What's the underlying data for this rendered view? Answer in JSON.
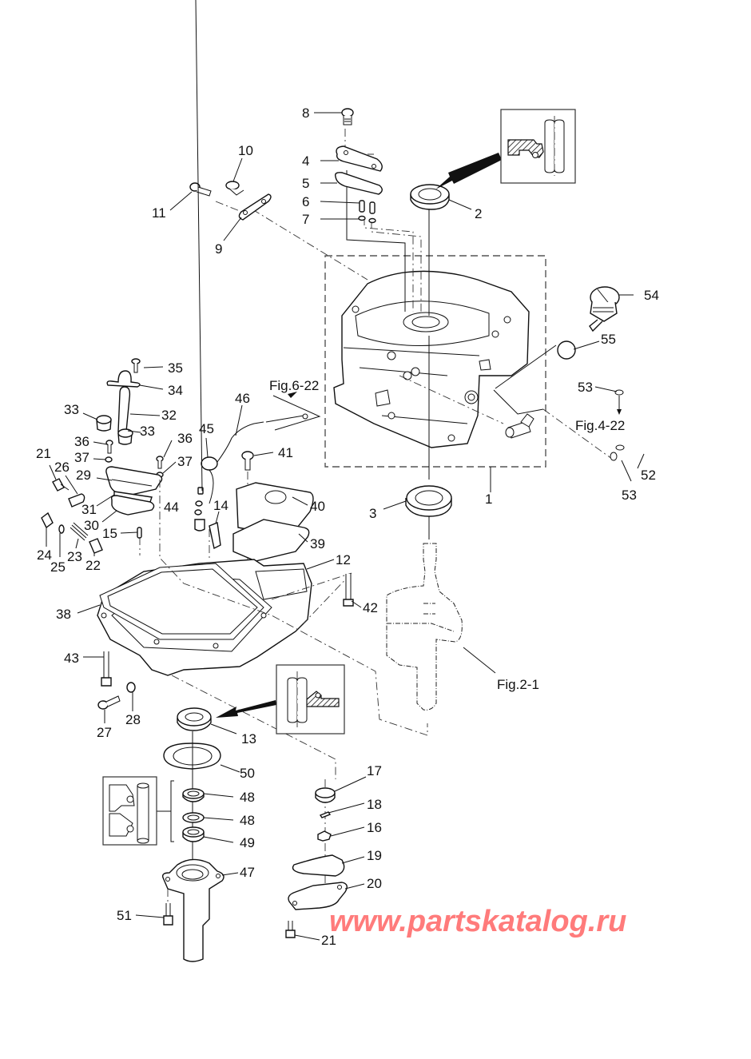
{
  "figure": {
    "type": "exploded-parts-diagram",
    "subject": "Outboard engine crankcase / oil pan assembly"
  },
  "callouts": [
    {
      "id": "c1",
      "label": "1"
    },
    {
      "id": "c2",
      "label": "2"
    },
    {
      "id": "c3",
      "label": "3"
    },
    {
      "id": "c4",
      "label": "4"
    },
    {
      "id": "c5",
      "label": "5"
    },
    {
      "id": "c6",
      "label": "6"
    },
    {
      "id": "c7",
      "label": "7"
    },
    {
      "id": "c8",
      "label": "8"
    },
    {
      "id": "c9",
      "label": "9"
    },
    {
      "id": "c10",
      "label": "10"
    },
    {
      "id": "c11",
      "label": "11"
    },
    {
      "id": "c12",
      "label": "12"
    },
    {
      "id": "c13",
      "label": "13"
    },
    {
      "id": "c14",
      "label": "14"
    },
    {
      "id": "c15",
      "label": "15"
    },
    {
      "id": "c16",
      "label": "16"
    },
    {
      "id": "c17",
      "label": "17"
    },
    {
      "id": "c18",
      "label": "18"
    },
    {
      "id": "c19",
      "label": "19"
    },
    {
      "id": "c20",
      "label": "20"
    },
    {
      "id": "c21a",
      "label": "21"
    },
    {
      "id": "c21b",
      "label": "21"
    },
    {
      "id": "c22",
      "label": "22"
    },
    {
      "id": "c23",
      "label": "23"
    },
    {
      "id": "c24",
      "label": "24"
    },
    {
      "id": "c25",
      "label": "25"
    },
    {
      "id": "c26",
      "label": "26"
    },
    {
      "id": "c27",
      "label": "27"
    },
    {
      "id": "c28",
      "label": "28"
    },
    {
      "id": "c29",
      "label": "29"
    },
    {
      "id": "c30",
      "label": "30"
    },
    {
      "id": "c31",
      "label": "31"
    },
    {
      "id": "c32",
      "label": "32"
    },
    {
      "id": "c33a",
      "label": "33"
    },
    {
      "id": "c33b",
      "label": "33"
    },
    {
      "id": "c34",
      "label": "34"
    },
    {
      "id": "c35",
      "label": "35"
    },
    {
      "id": "c36a",
      "label": "36"
    },
    {
      "id": "c36b",
      "label": "36"
    },
    {
      "id": "c37a",
      "label": "37"
    },
    {
      "id": "c37b",
      "label": "37"
    },
    {
      "id": "c38",
      "label": "38"
    },
    {
      "id": "c39",
      "label": "39"
    },
    {
      "id": "c40",
      "label": "40"
    },
    {
      "id": "c41",
      "label": "41"
    },
    {
      "id": "c42",
      "label": "42"
    },
    {
      "id": "c43",
      "label": "43"
    },
    {
      "id": "c44",
      "label": "44"
    },
    {
      "id": "c45",
      "label": "45"
    },
    {
      "id": "c46",
      "label": "46"
    },
    {
      "id": "c47",
      "label": "47"
    },
    {
      "id": "c48a",
      "label": "48"
    },
    {
      "id": "c48b",
      "label": "48"
    },
    {
      "id": "c49",
      "label": "49"
    },
    {
      "id": "c50",
      "label": "50"
    },
    {
      "id": "c51",
      "label": "51"
    },
    {
      "id": "c52",
      "label": "52"
    },
    {
      "id": "c53a",
      "label": "53"
    },
    {
      "id": "c53b",
      "label": "53"
    },
    {
      "id": "c54",
      "label": "54"
    },
    {
      "id": "c55",
      "label": "55"
    }
  ],
  "figure_references": [
    {
      "id": "r1",
      "label": "Fig.6-22"
    },
    {
      "id": "r2",
      "label": "Fig.4-22"
    },
    {
      "id": "r3",
      "label": "Fig.2-1"
    }
  ],
  "watermark": {
    "text": "www.partskatalog.ru",
    "color": "#ff7b7b"
  }
}
